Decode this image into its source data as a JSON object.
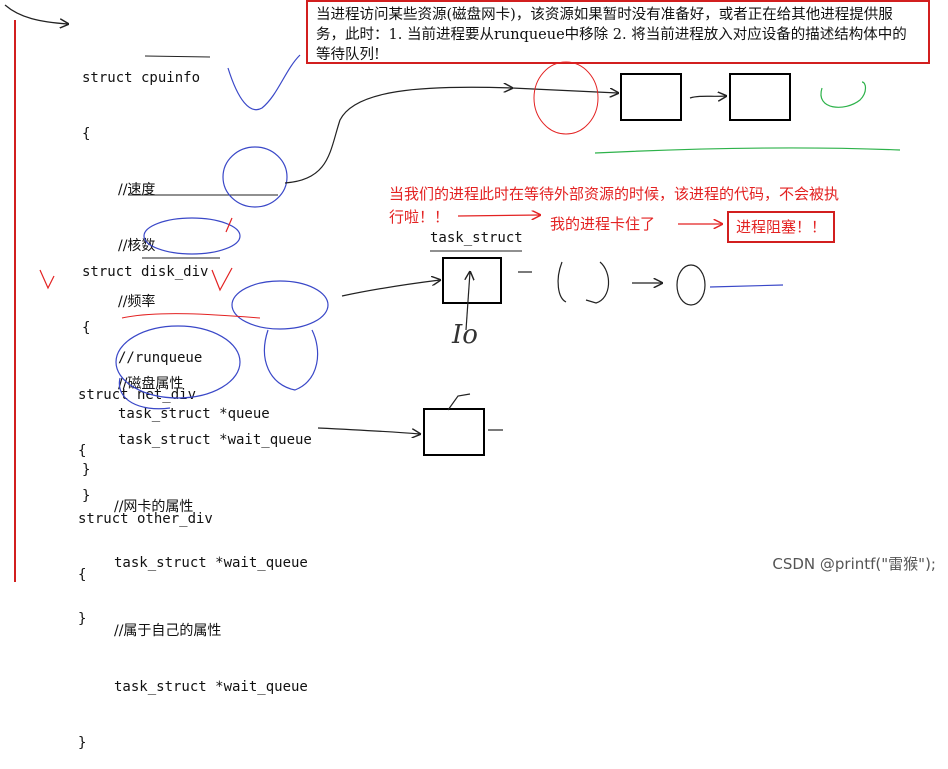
{
  "note": {
    "text": "当进程访问某些资源(磁盘网卡)，该资源如果暂时没有准备好，或者正在给其他进程提供服务，此时：1. 当前进程要从runqueue中移除 2. 将当前进程放入对应设备的描述结构体中的等待队列!"
  },
  "structs": [
    {
      "header": "struct cpuinfo",
      "open": "{",
      "fields": [
        "//速度",
        "//核数",
        "//频率",
        "//runqueue",
        "task_struct *queue"
      ],
      "close": "}"
    },
    {
      "header": "struct disk_div",
      "open": "{",
      "fields": [
        "//磁盘属性",
        "task_struct *wait_queue"
      ],
      "close": "}"
    },
    {
      "header": "struct net_div",
      "open": "{",
      "fields": [
        "//网卡的属性",
        "task_struct *wait_queue"
      ],
      "close": "}"
    },
    {
      "header": "struct other_div",
      "open": "{",
      "fields": [
        "//属于自己的属性",
        "task_struct *wait_queue"
      ],
      "close": "}"
    }
  ],
  "annotations": {
    "waiting_line1": "当我们的进程此时在等待外部资源的时候，该进程的代码，不会被执",
    "waiting_line2": "行啦！！",
    "stuck": "我的进程卡住了",
    "blocked": "进程阻塞！！",
    "task_struct_label": "task_struct",
    "handwritten_io": "Io"
  },
  "watermark": "CSDN @printf(\"雷猴\");",
  "colors": {
    "red": "#e32222",
    "blue_ink": "#3a48c8",
    "green_ink": "#2db24a",
    "arrow": "#222222"
  }
}
